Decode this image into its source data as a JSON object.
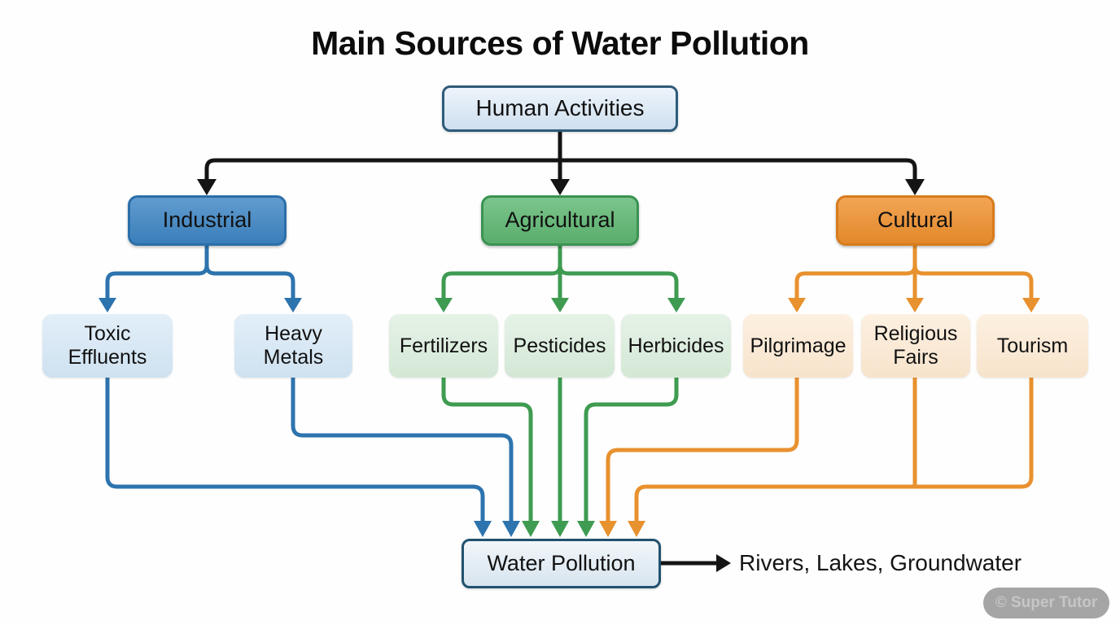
{
  "title": "Main Sources of Water Pollution",
  "nodes": {
    "human": {
      "label": "Human Activities"
    },
    "industrial": {
      "label": "Industrial"
    },
    "agricultural": {
      "label": "Agricultural"
    },
    "cultural": {
      "label": "Cultural"
    },
    "toxic": {
      "label": "Toxic Effluents"
    },
    "heavy": {
      "label": "Heavy Metals"
    },
    "fertilizers": {
      "label": "Fertilizers"
    },
    "pesticides": {
      "label": "Pesticides"
    },
    "herbicides": {
      "label": "Herbicides"
    },
    "pilgrimage": {
      "label": "Pilgrimage"
    },
    "religious": {
      "label": "Religious Fairs"
    },
    "tourism": {
      "label": "Tourism"
    },
    "water": {
      "label": "Water Pollution"
    }
  },
  "destination": {
    "label": "Rivers, Lakes, Groundwater"
  },
  "watermark": {
    "label": "© Super Tutor"
  },
  "edges": [
    {
      "from": "Human Activities",
      "to": "Industrial"
    },
    {
      "from": "Human Activities",
      "to": "Agricultural"
    },
    {
      "from": "Human Activities",
      "to": "Cultural"
    },
    {
      "from": "Industrial",
      "to": "Toxic Effluents"
    },
    {
      "from": "Industrial",
      "to": "Heavy Metals"
    },
    {
      "from": "Agricultural",
      "to": "Fertilizers"
    },
    {
      "from": "Agricultural",
      "to": "Pesticides"
    },
    {
      "from": "Agricultural",
      "to": "Herbicides"
    },
    {
      "from": "Cultural",
      "to": "Pilgrimage"
    },
    {
      "from": "Cultural",
      "to": "Religious Fairs"
    },
    {
      "from": "Cultural",
      "to": "Tourism"
    },
    {
      "from": "Toxic Effluents",
      "to": "Water Pollution"
    },
    {
      "from": "Heavy Metals",
      "to": "Water Pollution"
    },
    {
      "from": "Fertilizers",
      "to": "Water Pollution"
    },
    {
      "from": "Pesticides",
      "to": "Water Pollution"
    },
    {
      "from": "Herbicides",
      "to": "Water Pollution"
    },
    {
      "from": "Pilgrimage",
      "to": "Water Pollution"
    },
    {
      "from": "Religious Fairs",
      "to": "Water Pollution"
    },
    {
      "from": "Tourism",
      "to": "Water Pollution"
    },
    {
      "from": "Water Pollution",
      "to": "Rivers, Lakes, Groundwater"
    }
  ],
  "colors": {
    "ink": "#141414",
    "blue_fill": "#3e86c5",
    "blue_border": "#2a6fa9",
    "blue_edge": "#2d74ae",
    "green_fill": "#5fb873",
    "green_border": "#3b9352",
    "green_edge": "#3e9b51",
    "orange_fill": "#f0912e",
    "orange_border": "#d77c1d",
    "orange_edge": "#e8912f",
    "light_blue": "#d3e6f5",
    "light_green": "#d8ecda",
    "light_orange": "#fce8d0",
    "human_fill": "#dbe9f6",
    "human_border": "#2e5c7a",
    "water_fill": "#e3edf5",
    "water_border": "#21516f",
    "watermark_bg": "#a5a5a5",
    "watermark_text": "#c6c6c6"
  }
}
